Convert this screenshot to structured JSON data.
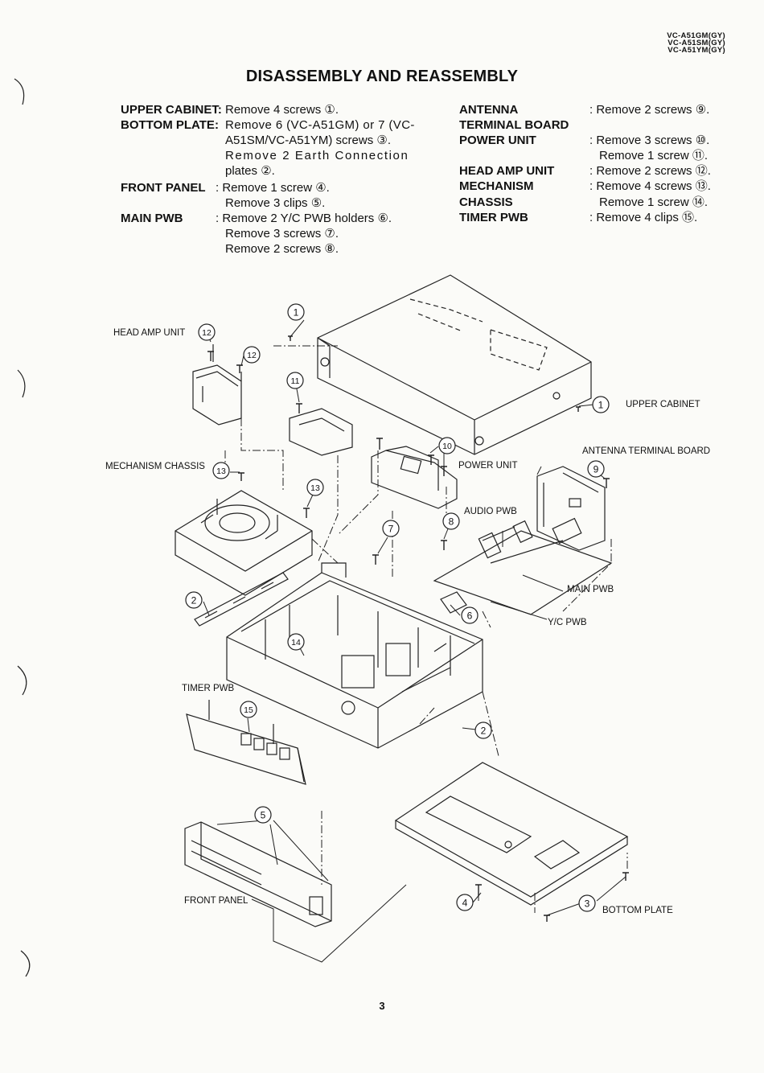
{
  "header": {
    "model_numbers": [
      "VC-A51GM(GY)",
      "VC-A51SM(GY)",
      "VC-A51YM(GY)"
    ],
    "title": "DISASSEMBLY AND REASSEMBLY"
  },
  "left_instructions": [
    {
      "label": "UPPER CABINET:",
      "lines": [
        "Remove 4 screws ①."
      ]
    },
    {
      "label": "BOTTOM PLATE:",
      "lines": [
        "Remove 6 (VC-A51GM) or 7 (VC-",
        "A51SM/VC-A51YM) screws ③.",
        "Remove 2 Earth Connection",
        "plates ②."
      ]
    },
    {
      "label": "FRONT PANEL",
      "lines": [
        ": Remove 1 screw ④.",
        "Remove 3 clips ⑤."
      ]
    },
    {
      "label": "MAIN PWB",
      "lines": [
        ": Remove 2 Y/C PWB holders ⑥.",
        "Remove 3 screws ⑦.",
        "Remove 2 screws ⑧."
      ]
    }
  ],
  "right_instructions": [
    {
      "label": "ANTENNA",
      "lines": [
        ": Remove 2 screws ⑨."
      ]
    },
    {
      "label": "TERMINAL BOARD",
      "lines": [
        ""
      ]
    },
    {
      "label": "POWER UNIT",
      "lines": [
        ": Remove 3 screws ⑩.",
        "Remove 1 screw ⑪."
      ]
    },
    {
      "label": "HEAD AMP UNIT",
      "lines": [
        ": Remove 2 screws ⑫."
      ]
    },
    {
      "label": "MECHANISM",
      "lines": [
        ": Remove 4 screws ⑬."
      ]
    },
    {
      "label": "CHASSIS",
      "lines": [
        "Remove 1 screw ⑭."
      ]
    },
    {
      "label": "TIMER PWB",
      "lines": [
        ": Remove 4 clips ⑮."
      ]
    }
  ],
  "diagram_labels": {
    "head_amp_unit": "HEAD AMP UNIT",
    "upper_cabinet": "UPPER CABINET",
    "antenna_terminal_board": "ANTENNA TERMINAL BOARD",
    "mechanism_chassis": "MECHANISM CHASSIS",
    "power_unit": "POWER UNIT",
    "audio_pwb": "AUDIO PWB",
    "main_pwb": "MAIN PWB",
    "yc_pwb": "Y/C PWB",
    "timer_pwb": "TIMER PWB",
    "front_panel": "FRONT PANEL",
    "bottom_plate": "BOTTOM PLATE"
  },
  "callout_numbers": [
    "1",
    "1",
    "2",
    "2",
    "3",
    "4",
    "5",
    "6",
    "7",
    "8",
    "9",
    "10",
    "11",
    "12",
    "12",
    "13",
    "13",
    "14",
    "15"
  ],
  "page_number": "3"
}
